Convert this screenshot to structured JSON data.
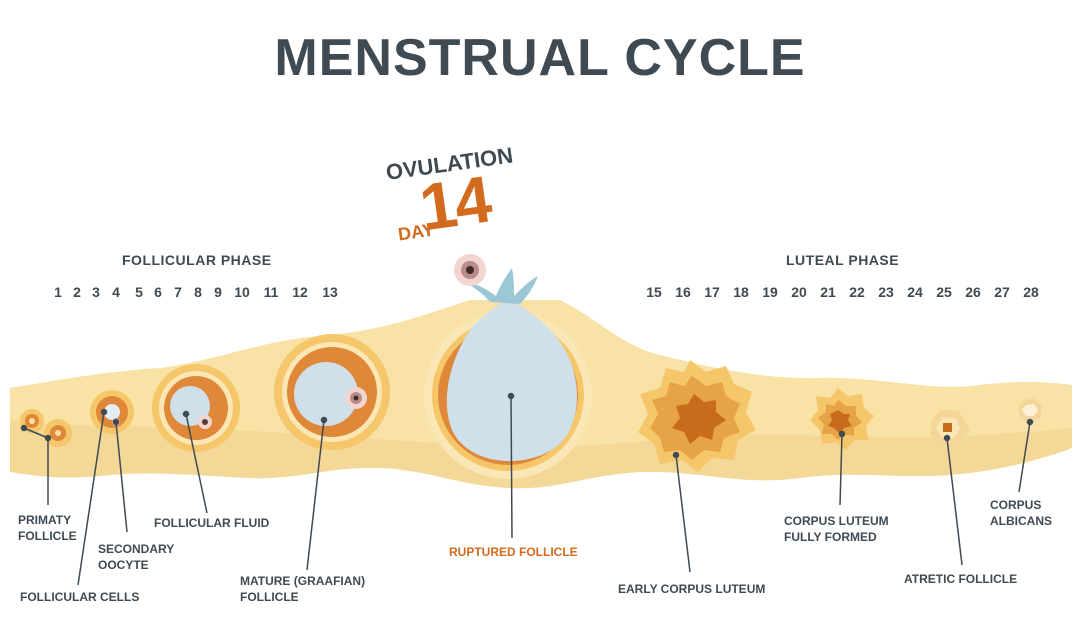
{
  "title": "MENSTRUAL CYCLE",
  "ovulation": {
    "label": "OVULATION",
    "day_word": "DAY",
    "day_number": "14"
  },
  "phases": {
    "follicular": "FOLLICULAR  PHASE",
    "luteal": "LUTEAL PHASE"
  },
  "follicular_days": [
    "1",
    "2",
    "3",
    "4",
    "5",
    "6",
    "7",
    "8",
    "9",
    "10",
    "11",
    "12",
    "13"
  ],
  "luteal_days": [
    "15",
    "16",
    "17",
    "18",
    "19",
    "20",
    "21",
    "22",
    "23",
    "24",
    "25",
    "26",
    "27",
    "28"
  ],
  "labels": {
    "primary_follicle_1": "PRIMATY",
    "primary_follicle_2": "FOLLICLE",
    "follicular_cells": "FOLLICULAR CELLS",
    "secondary_oocyte_1": "SECONDARY",
    "secondary_oocyte_2": "OOCYTE",
    "follicular_fluid": "FOLLICULAR FLUID",
    "mature_1": "MATURE (GRAAFIAN)",
    "mature_2": "FOLLICLE",
    "ruptured": "RUPTURED FOLLICLE",
    "early_cl": "EARLY CORPUS LUTEUM",
    "cl_formed_1": "CORPUS LUTEUM",
    "cl_formed_2": "FULLY FORMED",
    "atretic": "ATRETIC FOLLICLE",
    "albicans_1": "CORPUS",
    "albicans_2": "ALBICANS"
  },
  "colors": {
    "band": "#f8e2a6",
    "band_dark": "#f1cd7f",
    "follicle_orange": "#e0883a",
    "follicle_ring": "#f5c76a",
    "fluid": "#cfe0ea",
    "text": "#3f4a53",
    "accent": "#d36b1f"
  }
}
